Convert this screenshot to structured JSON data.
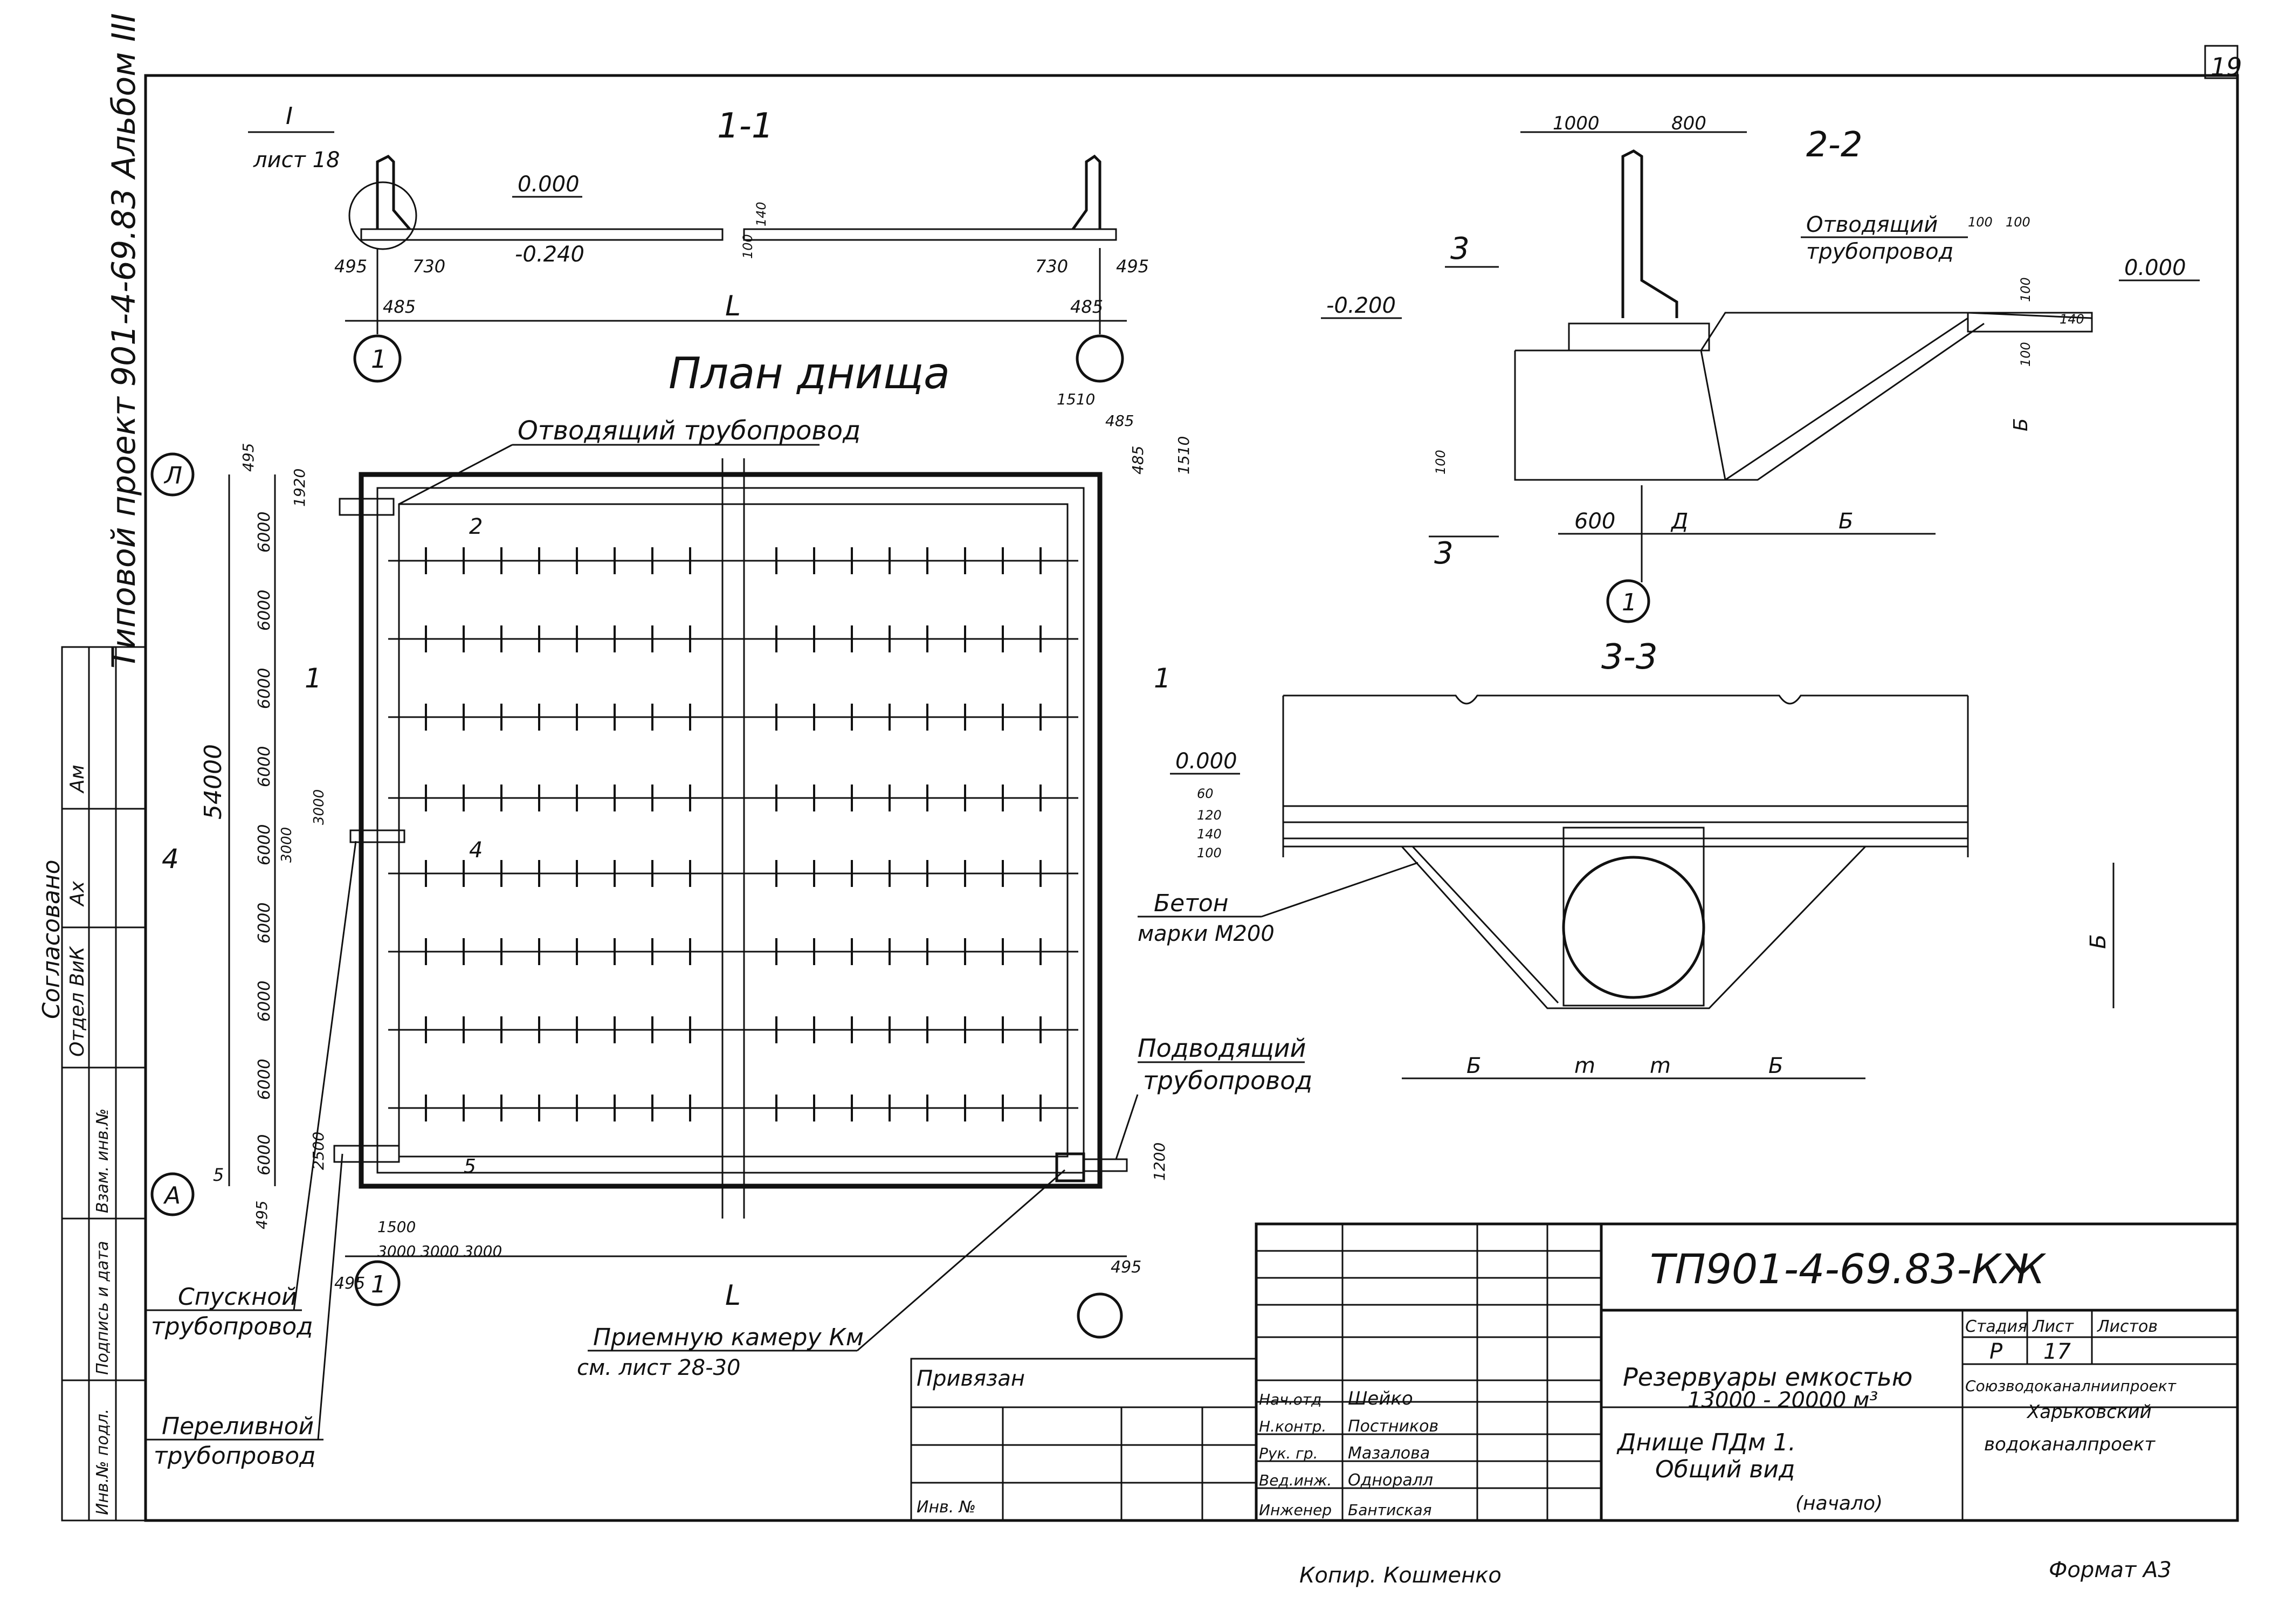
{
  "sheet": {
    "page_number": "19",
    "side_title": "Типовой проект 901-4-69.83 Альбом III",
    "footer_left": "Копир. Кошменко",
    "footer_right": "Формат А3"
  },
  "approval_block": {
    "agreed": "Согласовано",
    "dept_label": "Отдел ВиК",
    "sign1": "Ах",
    "sign2": "Ам",
    "replace_inv": "Взам. инв.№",
    "sign_date": "Подпись и дата",
    "inv_orig": "Инв.№ подл."
  },
  "section_1_1": {
    "title": "1-1",
    "ref_numeral": "I",
    "ref_sheet": "лист 18",
    "elev_top": "0.000",
    "elev_bottom": "-0.240",
    "dims": [
      "495",
      "730",
      "485",
      "730",
      "495",
      "485"
    ],
    "thickness": "140",
    "thickness2": "100",
    "span": "L",
    "axis_left": "1",
    "axis_right": ""
  },
  "plan": {
    "title": "План днища",
    "outlet_pipe": "Отводящий трубопровод",
    "inlet_pipe_line1": "Подводящий",
    "inlet_pipe_line2": "трубопровод",
    "drain_pipe_line1": "Спускной",
    "drain_pipe_line2": "трубопровод",
    "overflow_pipe_line1": "Переливной",
    "overflow_pipe_line2": "трубопровод",
    "receiving_chamber_line1": "Приемную камеру Км",
    "receiving_chamber_line2": "см. лист 28-30",
    "axis_top": "Л",
    "axis_bottom": "А",
    "axis_left_bottom": "1",
    "total_height": "54000",
    "row_dims": [
      "6000",
      "6000",
      "6000",
      "6000",
      "6000",
      "6000",
      "6000",
      "6000",
      "6000"
    ],
    "top_dims": [
      "495",
      "1920"
    ],
    "bottom_dims": [
      "2500",
      "495"
    ],
    "mid_dims": [
      "3000",
      "3000"
    ],
    "right_dims": [
      "1510",
      "485",
      "485",
      "1510",
      "1200"
    ],
    "bottom_run": [
      "1500",
      "3000",
      "3000",
      "3000"
    ],
    "dim_495_br": "495",
    "dim_495_bl": "495",
    "span": "L",
    "cut_marks": [
      "1",
      "1",
      "2",
      "4",
      "4",
      "5",
      "5"
    ]
  },
  "section_2_2": {
    "title": "2-2",
    "dims_top": [
      "1000",
      "800"
    ],
    "outlet_line1": "Отводящий",
    "outlet_line2": "трубопровод",
    "small_dims": [
      "100",
      "100",
      "100",
      "140",
      "100",
      "100"
    ],
    "elev_left": "-0.200",
    "elev_right": "0.000",
    "cut_label": "3",
    "dims_bottom": [
      "600",
      "Д",
      "Б"
    ],
    "side_dim": "Б",
    "axis": "1"
  },
  "section_3_3": {
    "title": "3-3",
    "elev": "0.000",
    "layers": [
      "60",
      "120",
      "140",
      "100"
    ],
    "concrete_line1": "Бетон",
    "concrete_line2": "марки М200",
    "height_dim": "Б",
    "dims_bottom": [
      "Б",
      "m",
      "m",
      "Б"
    ]
  },
  "title_block": {
    "code": "ТП901-4-69.83-КЖ",
    "bound": "Привязан",
    "inv_no": "Инв. №",
    "roles": [
      "Нач.отд",
      "Н.контр.",
      "Рук. гр.",
      "Вед.инж.",
      "Инженер"
    ],
    "names": [
      "Шейко",
      "Постников",
      "Мазалова",
      "Одноралл",
      "Бантиская"
    ],
    "project_title_line1": "Резервуары емкостью",
    "project_title_line2": "13000 - 20000 м³",
    "sheet_title_line1": "Днище ПДм 1.",
    "sheet_title_line2": "Общий вид",
    "sheet_title_line3": "(начало)",
    "stage_h": "Стадия",
    "sheet_h": "Лист",
    "sheets_h": "Листов",
    "stage": "Р",
    "sheet": "17",
    "org_line1": "Союзводоканалниипроект",
    "org_line2": "Харьковский",
    "org_line3": "водоканалпроект"
  }
}
